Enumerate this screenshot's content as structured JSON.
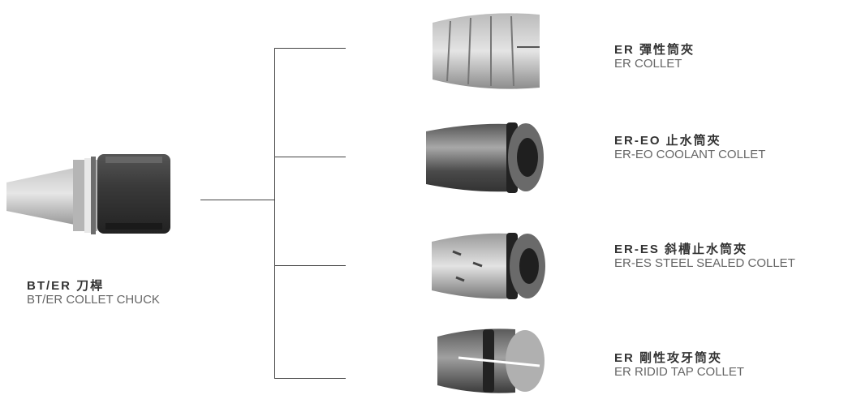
{
  "chuck": {
    "title": "BT/ER 刀桿",
    "subtitle": "BT/ER COLLET CHUCK"
  },
  "collets": [
    {
      "title": "ER 彈性筒夾",
      "subtitle": "ER COLLET"
    },
    {
      "title": "ER-EO 止水筒夾",
      "subtitle": "ER-EO COOLANT COLLET"
    },
    {
      "title": "ER-ES 斜槽止水筒夾",
      "subtitle": "ER-ES STEEL SEALED COLLET"
    },
    {
      "title": "ER 剛性攻牙筒夾",
      "subtitle": "ER RIDID TAP COLLET"
    }
  ]
}
